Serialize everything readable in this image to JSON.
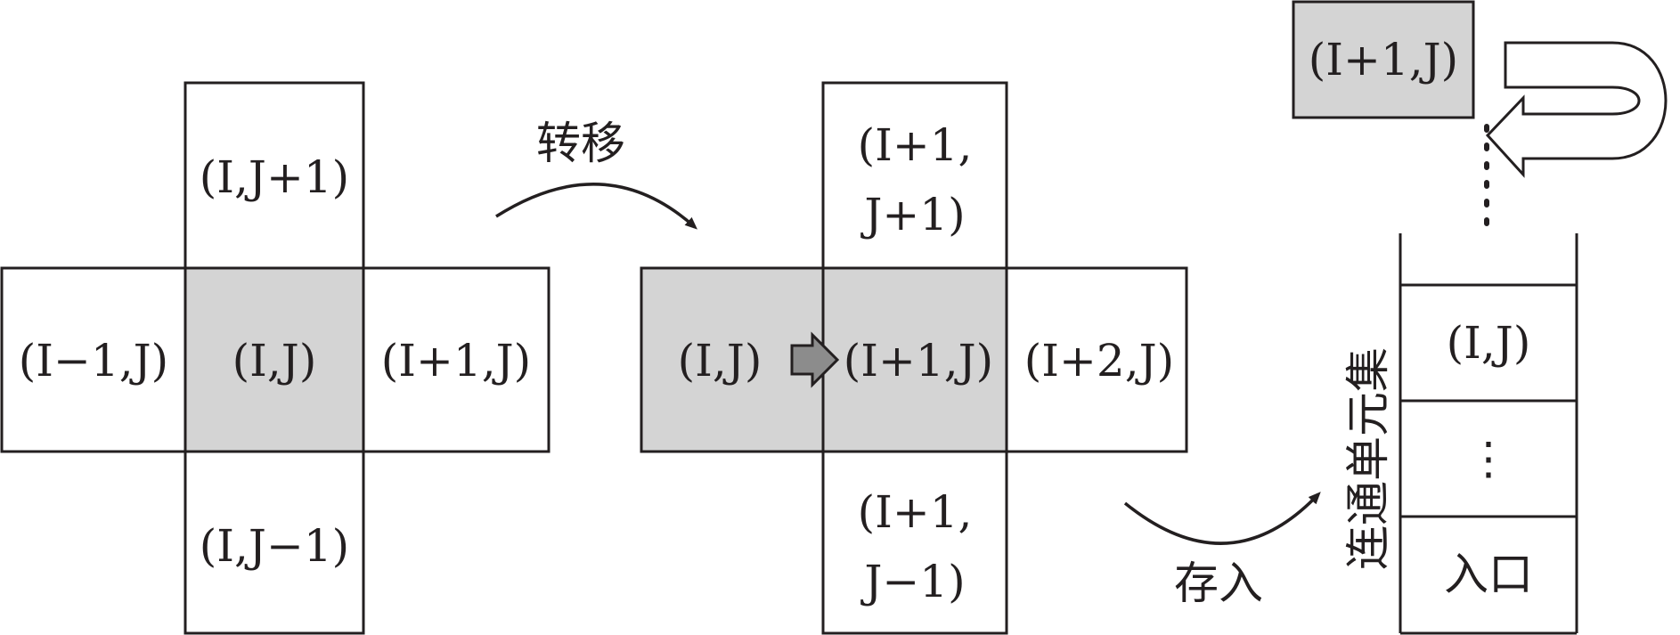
{
  "colors": {
    "stroke": "#231f20",
    "highlight": "#d4d4d4",
    "arrow_fill": "#8c8c8c",
    "background": "#ffffff"
  },
  "left_cross": {
    "top": "(I,J+1)",
    "left": "(I−1,J)",
    "center": "(I,J)",
    "right": "(I+1,J)",
    "bottom": "(I,J−1)"
  },
  "transfer_label": "转移",
  "middle_cross": {
    "top_line1": "(I+1,",
    "top_line2": "J+1)",
    "left": "(I,J)",
    "center": "(I+1,J)",
    "right": "(I+2,J)",
    "bottom_line1": "(I+1,",
    "bottom_line2": "J−1)"
  },
  "stack": {
    "popped_cell": "(I+1,J)",
    "cell_top": "(I,J)",
    "cell_middle": "⋮",
    "cell_bottom": "入口",
    "side_label": "连通单元集"
  },
  "store_label": "存入"
}
